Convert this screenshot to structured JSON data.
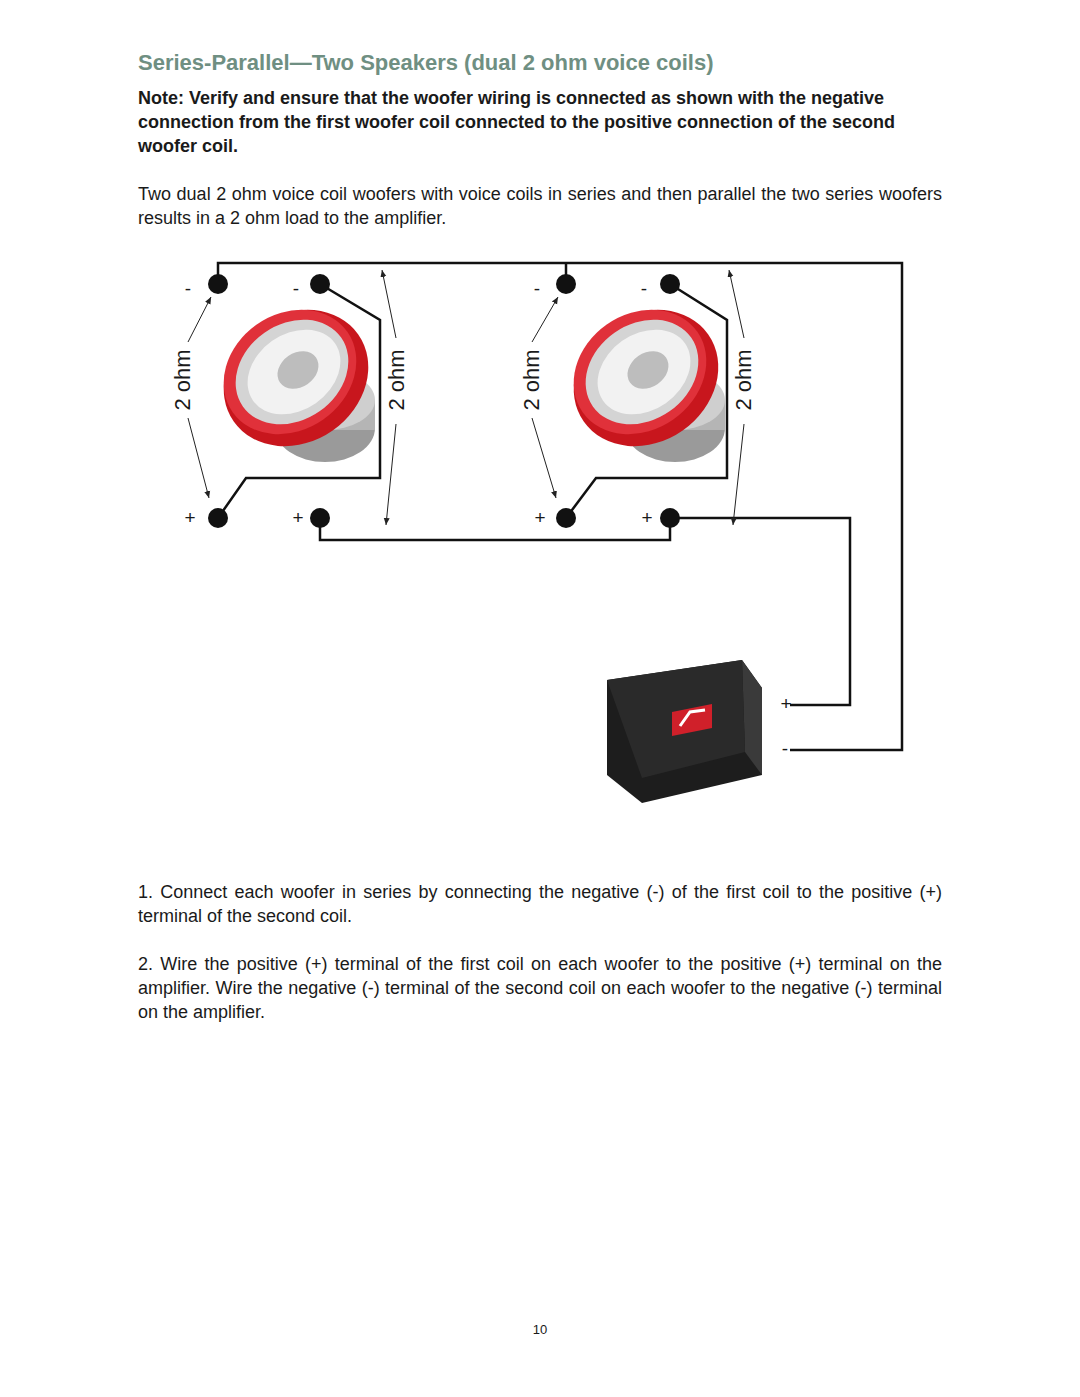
{
  "diagram": {
    "title": "Series-Parallel—Two Speakers (dual 2 ohm voice coils)",
    "labels": [
      "Note: Verify and ensure that the woofer wiring is connected as shown with the negative connection from the first woofer coil connected to the positive connection of the second woofer coil.",
      "Two dual 2 ohm voice coil woofers with voice coils in series and then parallel the two series woofers results in a 2 ohm load to the amplifier.",
      "-",
      "-",
      "+",
      "+",
      "-",
      "-",
      "+",
      "+",
      "2 ohm",
      "2 ohm",
      "2 ohm",
      "2 ohm",
      "+",
      "-",
      "1. Connect each woofer in series by connecting the negative (-) of the first coil to the positive (+) terminal of the second coil.",
      "2. Wire the positive (+) terminal of the first coil on each woofer to the positive (+) terminal on the amplifier. Wire the negative (-) terminal of the second coil on each woofer to the negative (-) terminal on the amplifier.",
      "10"
    ]
  }
}
